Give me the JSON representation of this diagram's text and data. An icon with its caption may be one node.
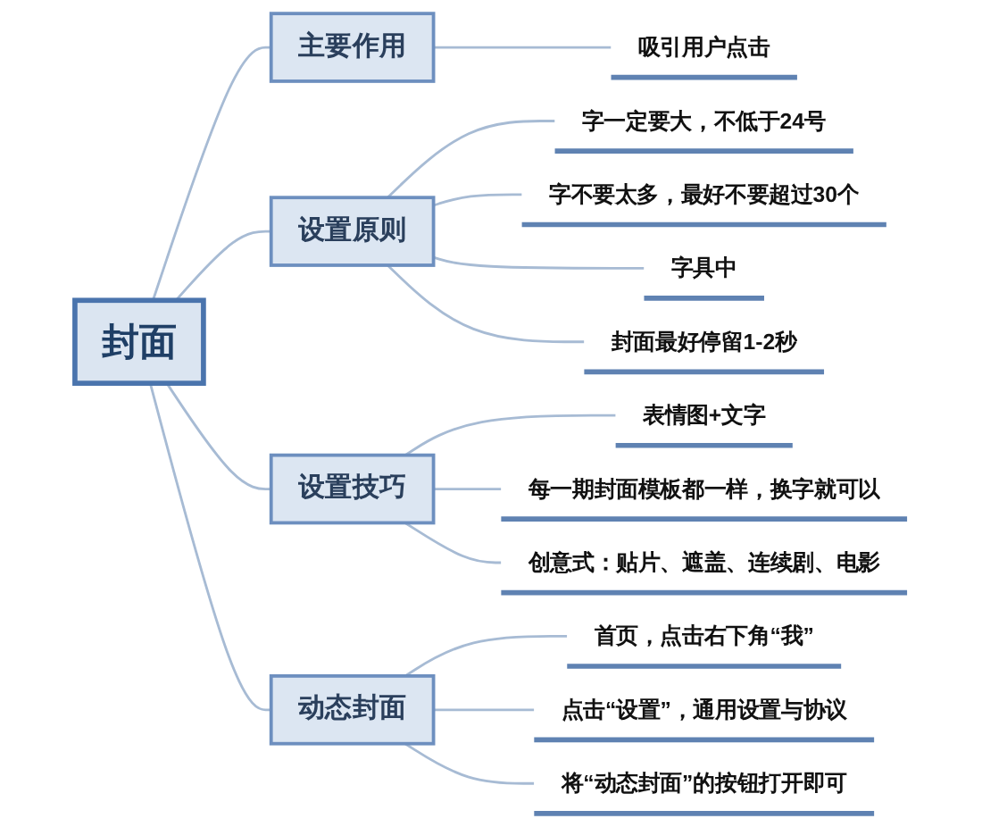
{
  "diagram": {
    "nodes": [
      {
        "text": [
          "封面"
        ]
      },
      {
        "text": [
          "主要作用"
        ]
      },
      {
        "text": [
          "吸引用户点击"
        ]
      },
      {
        "text": [
          "设置原则"
        ]
      },
      {
        "text": [
          "字一定要大，不低于24号"
        ]
      },
      {
        "text": [
          "字不要太多，最好不要超过30个"
        ]
      },
      {
        "text": [
          "字具中"
        ]
      },
      {
        "text": [
          "封面最好停留1-2秒"
        ]
      },
      {
        "text": [
          "设置技巧"
        ]
      },
      {
        "text": [
          "表情图+文字"
        ]
      },
      {
        "text": [
          "每一期封面模板都一样，换字就可以"
        ]
      },
      {
        "text": [
          "创意式：贴片、遮盖、连续剧、电影"
        ]
      },
      {
        "text": [
          "动态封面"
        ]
      },
      {
        "text": [
          "首页，点击右下角“我”"
        ]
      },
      {
        "text": [
          "点击“设置”，通用设置与协议"
        ]
      },
      {
        "text": [
          "将“动态封面”的按钮打开即可"
        ]
      }
    ],
    "edges": [
      {
        "from": 0,
        "to": 1,
        "arrow": "none"
      },
      {
        "from": 1,
        "to": 2,
        "arrow": "none"
      },
      {
        "from": 0,
        "to": 3,
        "arrow": "none"
      },
      {
        "from": 3,
        "to": 4,
        "arrow": "none"
      },
      {
        "from": 3,
        "to": 5,
        "arrow": "none"
      },
      {
        "from": 3,
        "to": 6,
        "arrow": "none"
      },
      {
        "from": 3,
        "to": 7,
        "arrow": "none"
      },
      {
        "from": 0,
        "to": 8,
        "arrow": "none"
      },
      {
        "from": 8,
        "to": 9,
        "arrow": "none"
      },
      {
        "from": 8,
        "to": 10,
        "arrow": "none"
      },
      {
        "from": 8,
        "to": 11,
        "arrow": "none"
      },
      {
        "from": 0,
        "to": 12,
        "arrow": "none"
      },
      {
        "from": 12,
        "to": 13,
        "arrow": "none"
      },
      {
        "from": 12,
        "to": 14,
        "arrow": "none"
      },
      {
        "from": 12,
        "to": 15,
        "arrow": "none"
      }
    ]
  }
}
